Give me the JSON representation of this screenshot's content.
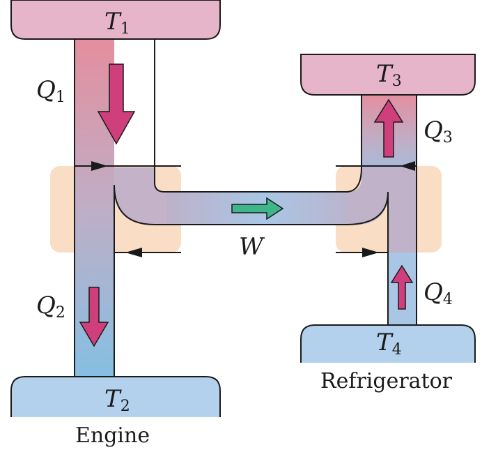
{
  "reservoirs": {
    "t1": {
      "symbol": "T",
      "subscript": "1"
    },
    "t2": {
      "symbol": "T",
      "subscript": "2"
    },
    "t3": {
      "symbol": "T",
      "subscript": "3"
    },
    "t4": {
      "symbol": "T",
      "subscript": "4"
    }
  },
  "heat_flows": {
    "q1": {
      "symbol": "Q",
      "subscript": "1"
    },
    "q2": {
      "symbol": "Q",
      "subscript": "2"
    },
    "q3": {
      "symbol": "Q",
      "subscript": "3"
    },
    "q4": {
      "symbol": "Q",
      "subscript": "4"
    }
  },
  "work": {
    "symbol": "W"
  },
  "captions": {
    "engine": "Engine",
    "refrigerator": "Refrigerator"
  },
  "colors": {
    "hot_reservoir": "#e7b5c9",
    "cold_reservoir": "#b3d1ec",
    "device_body": "#f9ddc5",
    "hot_arrow": "#cf3f7c",
    "work_arrow": "#3fb58a",
    "outline": "#1a1a1a"
  }
}
